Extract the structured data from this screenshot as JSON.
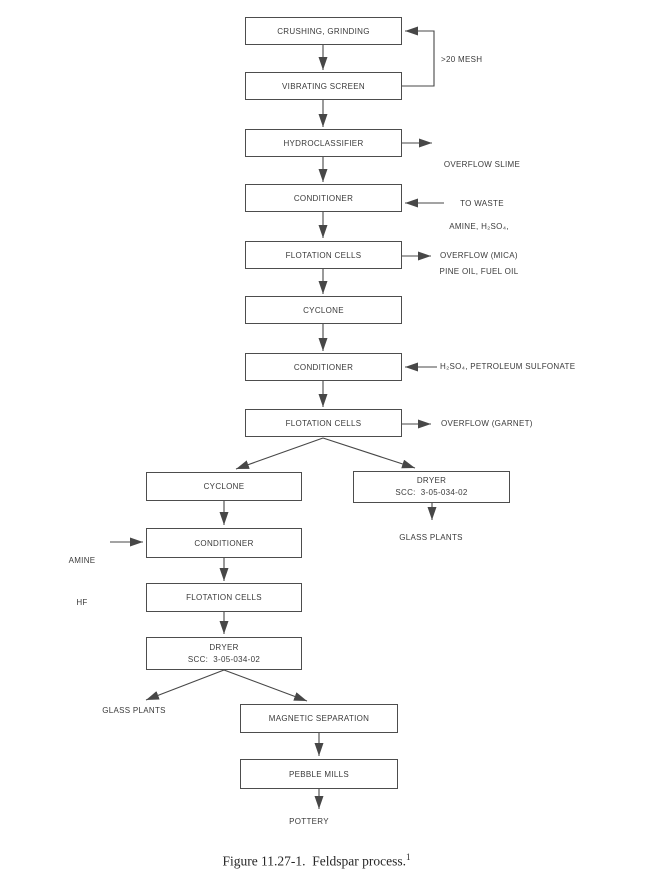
{
  "page": {
    "background": "#ffffff",
    "line_color": "#474747",
    "text_color": "#3a3a3a"
  },
  "caption": {
    "text": "Figure 11.27-1.  Feldspar process.",
    "superscript": "1"
  },
  "boxes": {
    "crushing": "CRUSHING, GRINDING",
    "vibrating": "VIBRATING SCREEN",
    "hydroclassifier": "HYDROCLASSIFIER",
    "conditioner1": "CONDITIONER",
    "flotation1": "FLOTATION CELLS",
    "cyclone1": "CYCLONE",
    "conditioner2": "CONDITIONER",
    "flotation2": "FLOTATION CELLS",
    "cyclone2": "CYCLONE",
    "dryer1": {
      "line1": "DRYER",
      "line2": "SCC:  3-05-034-02"
    },
    "conditioner3": "CONDITIONER",
    "flotation3": "FLOTATION CELLS",
    "dryer2": {
      "line1": "DRYER",
      "line2": "SCC:  3-05-034-02"
    },
    "magnetic_separation": "MAGNETIC SEPARATION",
    "pebble_mills": "PEBBLE MILLS"
  },
  "terminals": {
    "glass_plants_right": "GLASS PLANTS",
    "glass_plants_left": "GLASS PLANTS",
    "pottery": "POTTERY"
  },
  "annotations": {
    "mesh_recycle": ">20 MESH",
    "overflow_slime": {
      "line1": "OVERFLOW SLIME",
      "line2": "TO WASTE"
    },
    "conditioner1_reagents": {
      "line1": "AMINE, H₂SO₄,",
      "line2": "PINE OIL, FUEL OIL"
    },
    "overflow_mica": "OVERFLOW (MICA)",
    "conditioner2_reagents": "H₂SO₄, PETROLEUM SULFONATE",
    "overflow_garnet": "OVERFLOW (GARNET)",
    "conditioner3_reagents": {
      "line1": "AMINE",
      "line2": "HF"
    }
  },
  "edges": [
    {
      "from": "crushing",
      "to": "vibrating"
    },
    {
      "from": "vibrating",
      "to": "crushing",
      "label": ">20 MESH"
    },
    {
      "from": "vibrating",
      "to": "hydroclassifier"
    },
    {
      "from": "hydroclassifier",
      "to": "overflow_slime_to_waste"
    },
    {
      "from": "hydroclassifier",
      "to": "conditioner1"
    },
    {
      "from": "amine_h2so4_pine_oil_fuel_oil",
      "to": "conditioner1"
    },
    {
      "from": "conditioner1",
      "to": "flotation1"
    },
    {
      "from": "flotation1",
      "to": "overflow_mica"
    },
    {
      "from": "flotation1",
      "to": "cyclone1"
    },
    {
      "from": "cyclone1",
      "to": "conditioner2"
    },
    {
      "from": "h2so4_petroleum_sulfonate",
      "to": "conditioner2"
    },
    {
      "from": "conditioner2",
      "to": "flotation2"
    },
    {
      "from": "flotation2",
      "to": "overflow_garnet"
    },
    {
      "from": "flotation2",
      "to": "cyclone2"
    },
    {
      "from": "flotation2",
      "to": "dryer1"
    },
    {
      "from": "dryer1",
      "to": "glass_plants_right"
    },
    {
      "from": "cyclone2",
      "to": "conditioner3"
    },
    {
      "from": "amine_hf",
      "to": "conditioner3"
    },
    {
      "from": "conditioner3",
      "to": "flotation3"
    },
    {
      "from": "flotation3",
      "to": "dryer2"
    },
    {
      "from": "dryer2",
      "to": "glass_plants_left"
    },
    {
      "from": "dryer2",
      "to": "magnetic_separation"
    },
    {
      "from": "magnetic_separation",
      "to": "pebble_mills"
    },
    {
      "from": "pebble_mills",
      "to": "pottery"
    }
  ]
}
